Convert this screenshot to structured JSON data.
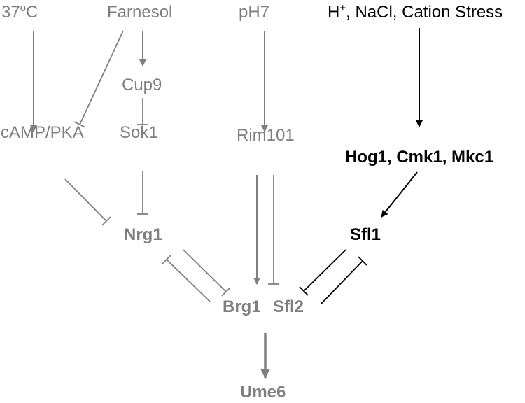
{
  "nodes": {
    "temp": {
      "base": "37",
      "sup": "o",
      "suffix": "C"
    },
    "farnesol": "Farnesol",
    "ph7": "pH7",
    "stress": {
      "base": "H",
      "sup": "+",
      "suffix": ", NaCl, Cation Stress"
    },
    "cup9": "Cup9",
    "camp_pka": "cAMP/PKA",
    "sok1": "Sok1",
    "rim101": "Rim101",
    "hog_cmk_mkc": "Hog1, Cmk1, Mkc1",
    "nrg1": "Nrg1",
    "sfl1": "Sfl1",
    "brg1": "Brg1",
    "sfl2": "Sfl2",
    "ume6": "Ume6"
  },
  "colors": {
    "pathway_grey": "#7f7f7f",
    "stress_black": "#000000"
  }
}
